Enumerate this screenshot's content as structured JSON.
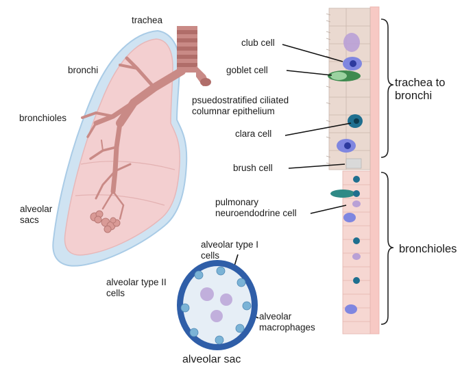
{
  "labels": {
    "trachea": "trachea",
    "bronchi": "bronchi",
    "bronchioles": "bronchioles",
    "alveolar_sacs": "alveolar\nsacs",
    "club_cell": "club cell",
    "goblet_cell": "goblet cell",
    "psuedostratified": "psuedostratified ciliated\ncolumnar epithelium",
    "clara_cell": "clara cell",
    "brush_cell": "brush cell",
    "pulmonary_neuroendodrine": "pulmonary\nneuroendodrine cell",
    "trachea_to_bronchi": "trachea to\nbronchi",
    "bronchioles_region": "bronchioles",
    "alveolar_type_i": "alveolar type I\ncells",
    "alveolar_type_ii": "alveolar type II\ncells",
    "alveolar_macrophages": "alveolar\nmacrophages",
    "alveolar_sac": "alveolar sac"
  },
  "colors": {
    "lung_outer": "#cfe3f2",
    "lung_inner": "#f3cfd0",
    "airway": "#c98a86",
    "basement": "#f7c9c4",
    "epithelium": "#ead9d0",
    "club_cell": "#7f86e0",
    "goblet_cell": "#3f8a4f",
    "clara_cell": "#1f6f8f",
    "sac_wall": "#2f5ea8"
  }
}
